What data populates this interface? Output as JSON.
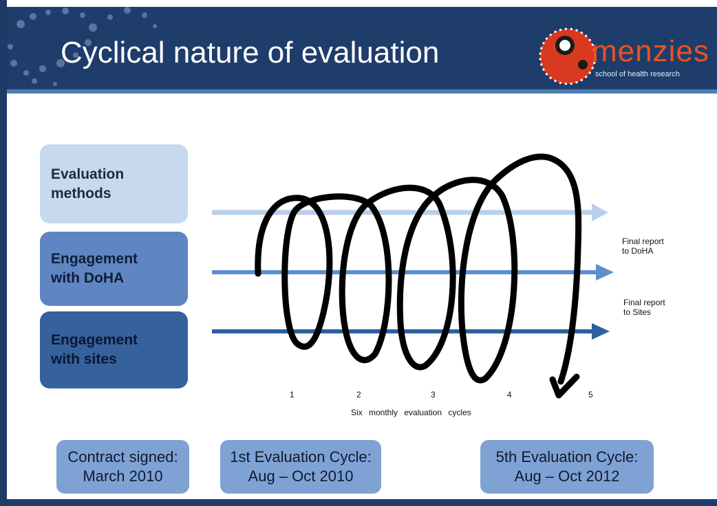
{
  "slide": {
    "title": "Cyclical nature of evaluation",
    "logo": {
      "word": "menzies",
      "subtitle": "school of health research"
    }
  },
  "rows": [
    {
      "label": "Evaluation\nmethods",
      "color": "#c7d9ef"
    },
    {
      "label": "Engagement\nwith DoHA",
      "color": "#5f86c2"
    },
    {
      "label": "Engagement\nwith sites",
      "color": "#35619d"
    }
  ],
  "notes": {
    "doha": "Final report\nto DoHA",
    "sites": "Final report\nto Sites"
  },
  "cycles": {
    "numbers": [
      "1",
      "2",
      "3",
      "4",
      "5"
    ],
    "caption": "Six monthly evaluation cycles"
  },
  "milestones": [
    {
      "text": "Contract signed:\nMarch 2010"
    },
    {
      "text": "1st Evaluation Cycle:\nAug – Oct 2010"
    },
    {
      "text": "5th Evaluation Cycle:\nAug – Oct 2012"
    }
  ],
  "colors": {
    "header": "#1f3d6b",
    "arrow_light": "#b8cfea",
    "arrow_mid": "#5b8fd0",
    "arrow_dark": "#2f5f9e",
    "spiral": "#000000",
    "logo": "#e8531f"
  }
}
